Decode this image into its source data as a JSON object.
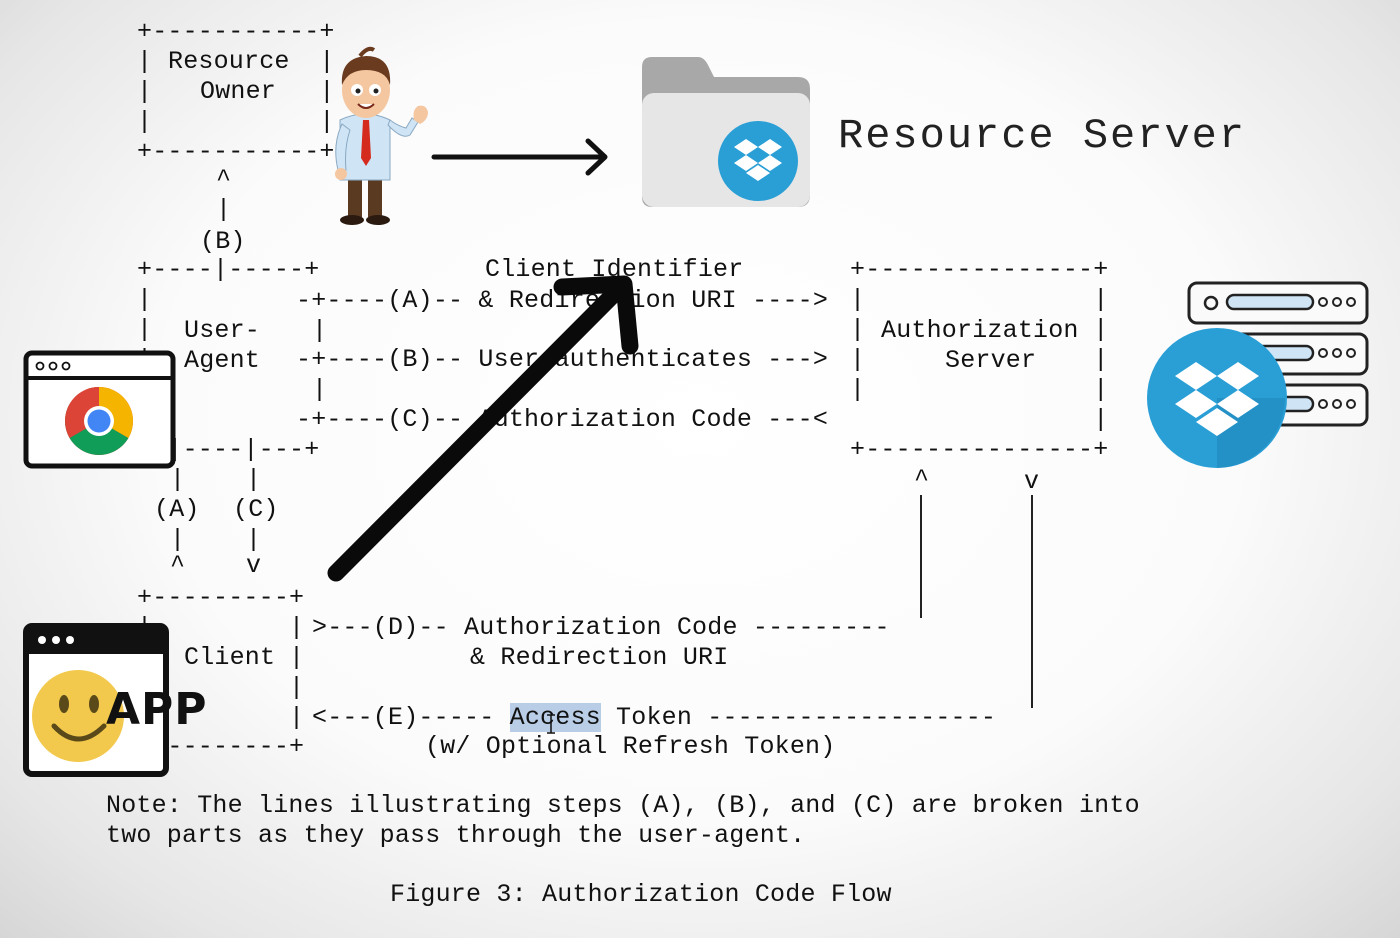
{
  "diagram": {
    "resource_owner": {
      "line1": "Resource",
      "line2": "Owner"
    },
    "resource_server_title": "Resource Server",
    "user_agent": {
      "line1": "User-",
      "line2": "Agent"
    },
    "authorization_server": {
      "line1": "Authorization",
      "line2": "Server"
    },
    "client": {
      "label": "Client"
    },
    "app_icon_text": "APP",
    "labels": {
      "b_vertical": "(B)",
      "a_vertical": "(A)",
      "c_vertical": "(C)"
    },
    "flows": {
      "a_title_1": "Client Identifier",
      "a_row": "-+----(A)-- & Redirection URI ---->",
      "b_row": "-+----(B)-- User authenticates --->",
      "c_row": "-+----(C)-- Authorization Code ---<",
      "d_row": ">---(D)-- Authorization Code ---------",
      "d_row_2": "& Redirection URI",
      "e_prefix": "<---(E)----- ",
      "e_highlight": "Access",
      "e_suffix": " Token -------------------",
      "e_row_2": "(w/ Optional Refresh Token)"
    },
    "note_line1": "Note: The lines illustrating steps (A), (B), and (C) are broken into",
    "note_line2": "two parts as they pass through the user-agent.",
    "figure_caption": "Figure 3: Authorization Code Flow"
  },
  "colors": {
    "dropbox_blue": "#2a9fd6",
    "folder_gray": "#a9a9a9",
    "text": "#111111",
    "highlight": "#b9cde6"
  }
}
